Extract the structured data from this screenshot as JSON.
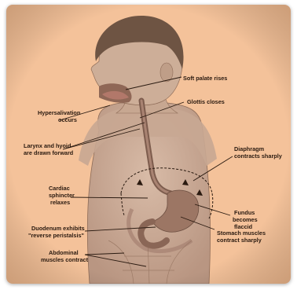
{
  "diagram": {
    "colors": {
      "background": "#f4c29a",
      "skin": "#cfb09b",
      "skin_shadow": "#a78470",
      "hair": "#6e5443",
      "organ": "#9c7664",
      "label": "#2a1a10"
    },
    "labels": {
      "soft_palate": "Soft palate rises",
      "glottis": "Glottis closes",
      "hypersalivation": [
        "Hypersalivation",
        "occurs"
      ],
      "larynx": [
        "Larynx and hyoid",
        "are drawn forward"
      ],
      "diaphragm": [
        "Diaphragm",
        "contracts sharply"
      ],
      "cardiac": [
        "Cardiac",
        "sphincter",
        "relaxes"
      ],
      "fundus": [
        "Fundus",
        "becomes",
        "flaccid"
      ],
      "duodenum": [
        "Duodenum exhibits",
        "\"reverse peristalsis\""
      ],
      "stomach": [
        "Stomach muscles",
        "contract sharply"
      ],
      "abdominal": [
        "Abdominal",
        "muscles contract"
      ]
    }
  }
}
